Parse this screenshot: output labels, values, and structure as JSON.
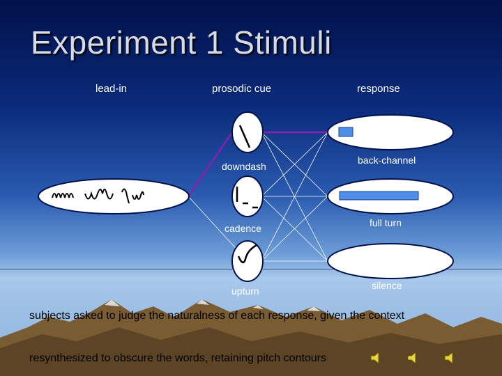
{
  "title": "Experiment 1 Stimuli",
  "headers": {
    "lead_in": "lead-in",
    "prosodic_cue": "prosodic cue",
    "response": "response"
  },
  "cues": [
    "downdash",
    "cadence",
    "upturn"
  ],
  "responses": [
    "back-channel",
    "full turn",
    "silence"
  ],
  "note1": "subjects asked to judge the naturalness of each response, given the context",
  "note2": "resynthesized to obscure the words, retaining pitch contours",
  "colors": {
    "highlight_line": "#8a1fae",
    "thin_line": "#ffffff",
    "response_bar": "#4f8ee8",
    "oval_fill": "#02114a"
  },
  "audio_icons": [
    "speaker-icon",
    "speaker-icon",
    "speaker-icon"
  ]
}
